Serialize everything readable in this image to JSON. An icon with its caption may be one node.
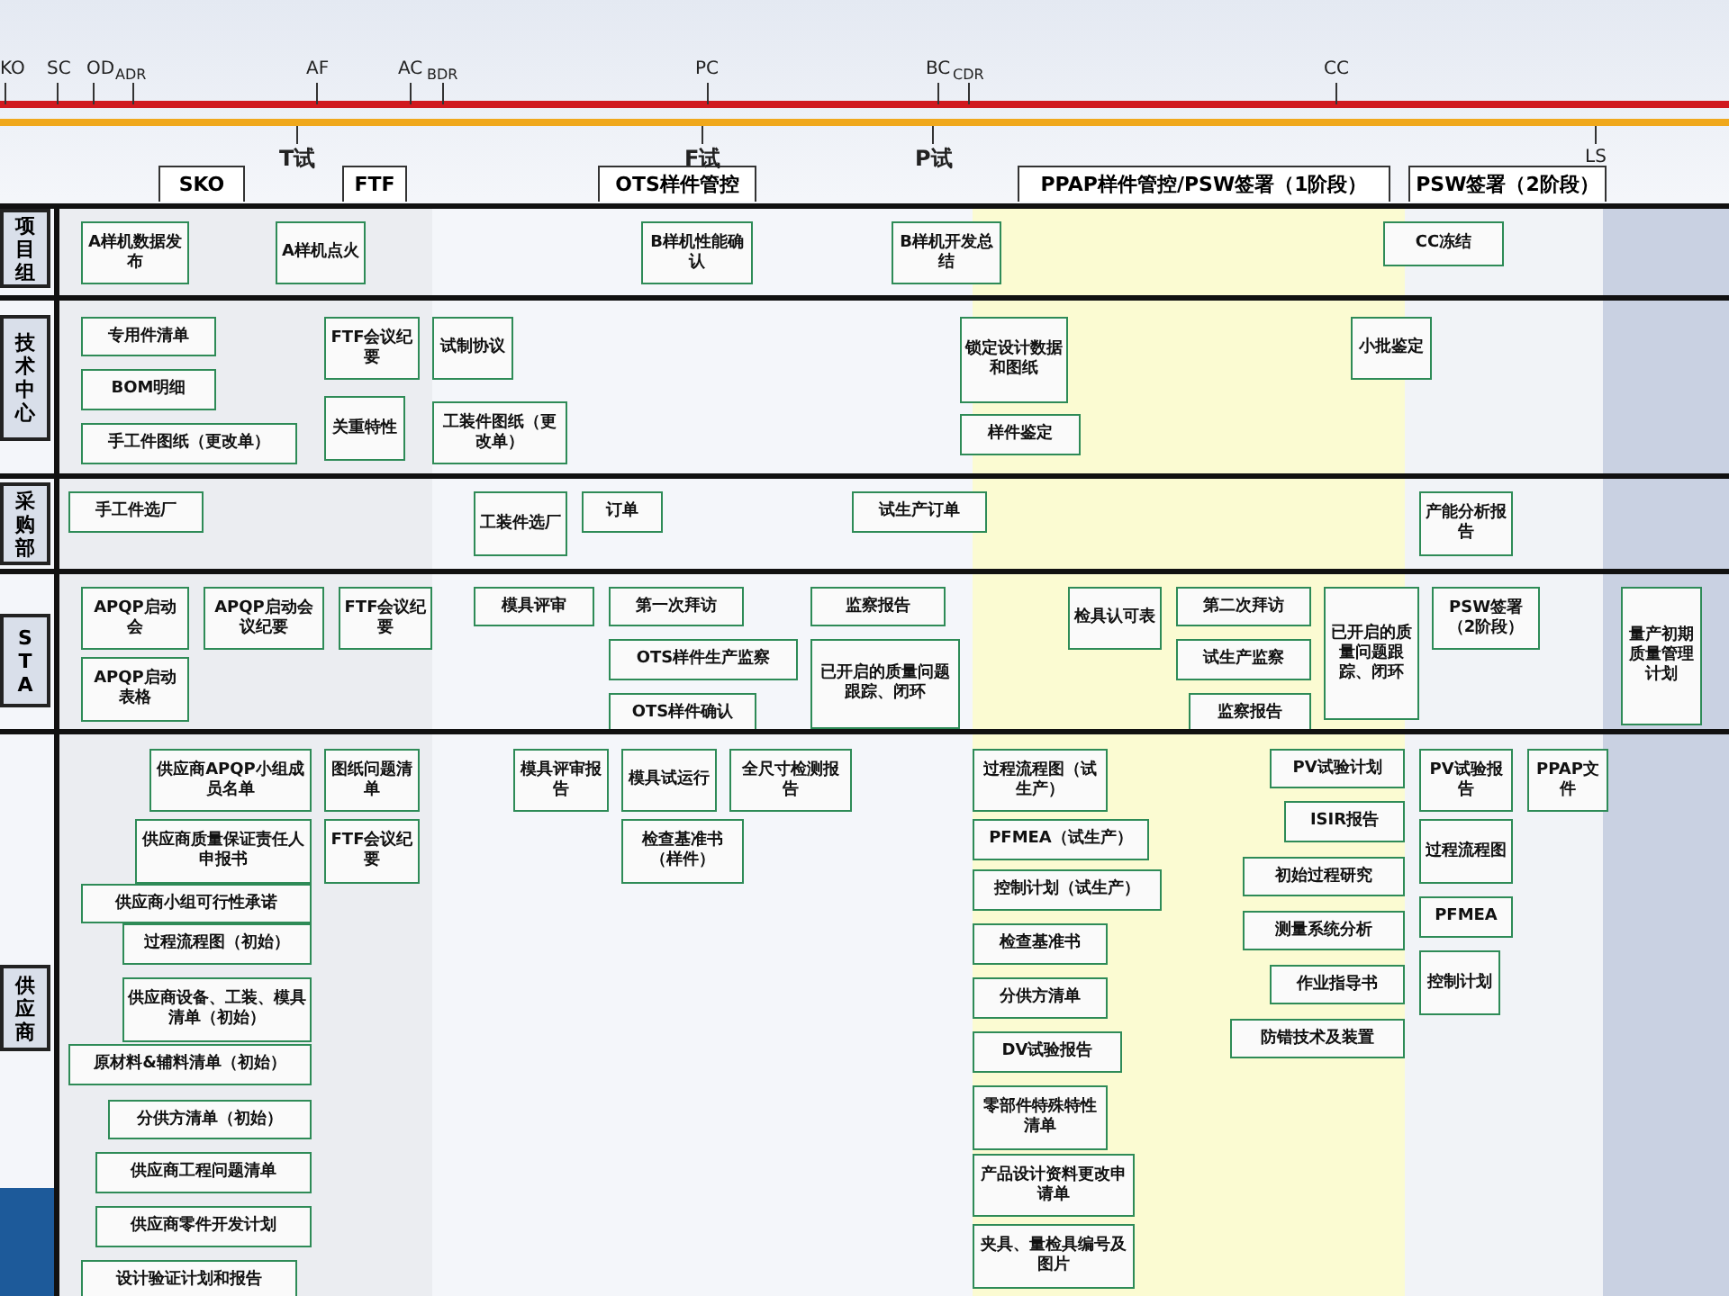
{
  "diagram": {
    "nodes": [
      {
        "text": [
          "SKO"
        ]
      },
      {
        "text": [
          "FTF"
        ]
      },
      {
        "text": [
          "OTS样件管控"
        ]
      },
      {
        "text": [
          "PPAP样件管控/PSW签署（1阶段）"
        ]
      },
      {
        "text": [
          "PSW签署（2阶段）"
        ]
      },
      {
        "text": [
          "项目组"
        ]
      },
      {
        "text": [
          "A样机数据发布"
        ],
        "in": 5
      },
      {
        "text": [
          "A样机点火"
        ],
        "in": 5
      },
      {
        "text": [
          "B样机性能确认"
        ],
        "in": 5
      },
      {
        "text": [
          "B样机开发总结"
        ],
        "in": 5
      },
      {
        "text": [
          "CC冻结"
        ],
        "in": 5
      },
      {
        "text": [
          "技术中心"
        ]
      },
      {
        "text": [
          "专用件清单"
        ],
        "in": 11
      },
      {
        "text": [
          "FTF会议纪要"
        ],
        "in": 11
      },
      {
        "text": [
          "试制协议"
        ],
        "in": 11
      },
      {
        "text": [
          "锁定设计数据和图纸"
        ],
        "in": 11
      },
      {
        "text": [
          "小批鉴定"
        ],
        "in": 11
      },
      {
        "text": [
          "BOM明细"
        ],
        "in": 11
      },
      {
        "text": [
          "关重特性"
        ],
        "in": 11
      },
      {
        "text": [
          "工装件图纸（更改单）"
        ],
        "in": 11
      },
      {
        "text": [
          "样件鉴定"
        ],
        "in": 11
      },
      {
        "text": [
          "手工件图纸（更改单）"
        ],
        "in": 11
      },
      {
        "text": [
          "采购部"
        ]
      },
      {
        "text": [
          "手工件选厂"
        ],
        "in": 22
      },
      {
        "text": [
          "工装件选厂"
        ],
        "in": 22
      },
      {
        "text": [
          "订单"
        ],
        "in": 22
      },
      {
        "text": [
          "试生产订单"
        ],
        "in": 22
      },
      {
        "text": [
          "产能分析报告"
        ],
        "in": 22
      },
      {
        "text": [
          "STA"
        ]
      },
      {
        "text": [
          "APQP启动会"
        ],
        "in": 28
      },
      {
        "text": [
          "APQP启动会议纪要"
        ],
        "in": 28
      },
      {
        "text": [
          "FTF会议纪要"
        ],
        "in": 28
      },
      {
        "text": [
          "模具评审"
        ],
        "in": 28
      },
      {
        "text": [
          "第一次拜访"
        ],
        "in": 28
      },
      {
        "text": [
          "监察报告"
        ],
        "in": 28
      },
      {
        "text": [
          "检具认可表"
        ],
        "in": 28
      },
      {
        "text": [
          "第二次拜访"
        ],
        "in": 28
      },
      {
        "text": [
          "已开启的质量问题跟踪、闭环"
        ],
        "in": 28
      },
      {
        "text": [
          "PSW签署（2阶段）"
        ],
        "in": 28
      },
      {
        "text": [
          "量产初期质量管理计划"
        ],
        "in": 28
      },
      {
        "text": [
          "OTS样件生产监察"
        ],
        "in": 28
      },
      {
        "text": [
          "已开启的质量问题跟踪、闭环"
        ],
        "in": 28
      },
      {
        "text": [
          "试生产监察"
        ],
        "in": 28
      },
      {
        "text": [
          "APQP启动表格"
        ],
        "in": 28
      },
      {
        "text": [
          "OTS样件确认"
        ],
        "in": 28
      },
      {
        "text": [
          "监察报告"
        ],
        "in": 28
      },
      {
        "text": [
          "供应商"
        ]
      },
      {
        "text": [
          "供应商APQP小组成员名单"
        ],
        "in": 46
      },
      {
        "text": [
          "图纸问题清单"
        ],
        "in": 46
      },
      {
        "text": [
          "模具评审报告"
        ],
        "in": 46
      },
      {
        "text": [
          "模具试运行"
        ],
        "in": 46
      },
      {
        "text": [
          "全尺寸检测报告"
        ],
        "in": 46
      },
      {
        "text": [
          "过程流程图（试生产）"
        ],
        "in": 46
      },
      {
        "text": [
          "PV试验计划"
        ],
        "in": 46
      },
      {
        "text": [
          "PV试验报告"
        ],
        "in": 46
      },
      {
        "text": [
          "PPAP文件"
        ],
        "in": 46
      },
      {
        "text": [
          "ISIR报告"
        ],
        "in": 46
      },
      {
        "text": [
          "供应商质量保证责任人申报书"
        ],
        "in": 46
      },
      {
        "text": [
          "FTF会议纪要"
        ],
        "in": 46
      },
      {
        "text": [
          "检查基准书（样件）"
        ],
        "in": 46
      },
      {
        "text": [
          "过程流程图"
        ],
        "in": 46
      },
      {
        "text": [
          "PFMEA（试生产）"
        ],
        "in": 46
      },
      {
        "text": [
          "初始过程研究"
        ],
        "in": 46
      },
      {
        "text": [
          "控制计划（试生产）"
        ],
        "in": 46
      },
      {
        "text": [
          "供应商小组可行性承诺"
        ],
        "in": 46
      },
      {
        "text": [
          "PFMEA"
        ],
        "in": 46
      },
      {
        "text": [
          "测量系统分析"
        ],
        "in": 46
      },
      {
        "text": [
          "过程流程图（初始）"
        ],
        "in": 46
      },
      {
        "text": [
          "检查基准书"
        ],
        "in": 46
      },
      {
        "text": [
          "控制计划"
        ],
        "in": 46
      },
      {
        "text": [
          "作业指导书"
        ],
        "in": 46
      },
      {
        "text": [
          "供应商设备、工装、模具清单（初始）"
        ],
        "in": 46
      },
      {
        "text": [
          "分供方清单"
        ],
        "in": 46
      },
      {
        "text": [
          "防错技术及装置"
        ],
        "in": 46
      },
      {
        "text": [
          "原材料&辅料清单（初始）"
        ],
        "in": 46
      },
      {
        "text": [
          "DV试验报告"
        ],
        "in": 46
      },
      {
        "text": [
          "零部件特殊特性清单"
        ],
        "in": 46
      },
      {
        "text": [
          "分供方清单（初始）"
        ],
        "in": 46
      },
      {
        "text": [
          "供应商工程问题清单"
        ],
        "in": 46
      },
      {
        "text": [
          "产品设计资料更改申请单"
        ],
        "in": 46
      },
      {
        "text": [
          "供应商零件开发计划"
        ],
        "in": 46
      },
      {
        "text": [
          "夹具、量检具编号及图片"
        ],
        "in": 46
      },
      {
        "text": [
          "设计验证计划和报告"
        ],
        "in": 46
      }
    ],
    "edges": [],
    "labels": [
      "KO",
      "SC",
      "OD",
      "ADR",
      "AF",
      "AC",
      "BDR",
      "PC",
      "BC",
      "CDR",
      "CC",
      "T试",
      "F试",
      "P试",
      "LS"
    ]
  }
}
